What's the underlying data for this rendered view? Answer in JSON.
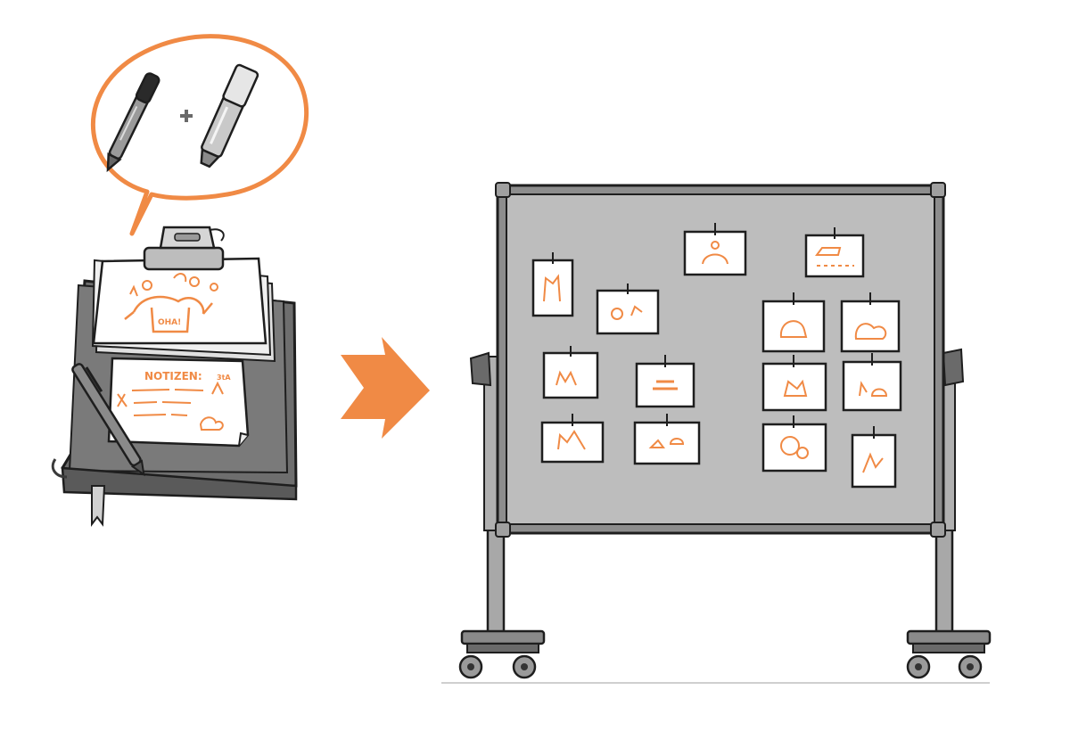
{
  "scene": {
    "colors": {
      "accent": "#F08A45",
      "ink": "#1e1e1e",
      "board": "#bdbdbd",
      "frame": "#8d8d8d",
      "notebook": "#6e6e6e",
      "paper": "#ffffff"
    },
    "speech_bubble": {
      "icons": [
        "pen-icon",
        "plus-icon",
        "marker-icon"
      ]
    },
    "notes_page": {
      "heading": "NOTIZEN:",
      "corner_mark": "3tA"
    },
    "sketch_sheet": {
      "text": "OHA!"
    },
    "arrow": {
      "icon": "arrow-right-icon"
    },
    "board": {
      "card_count": 14
    }
  }
}
